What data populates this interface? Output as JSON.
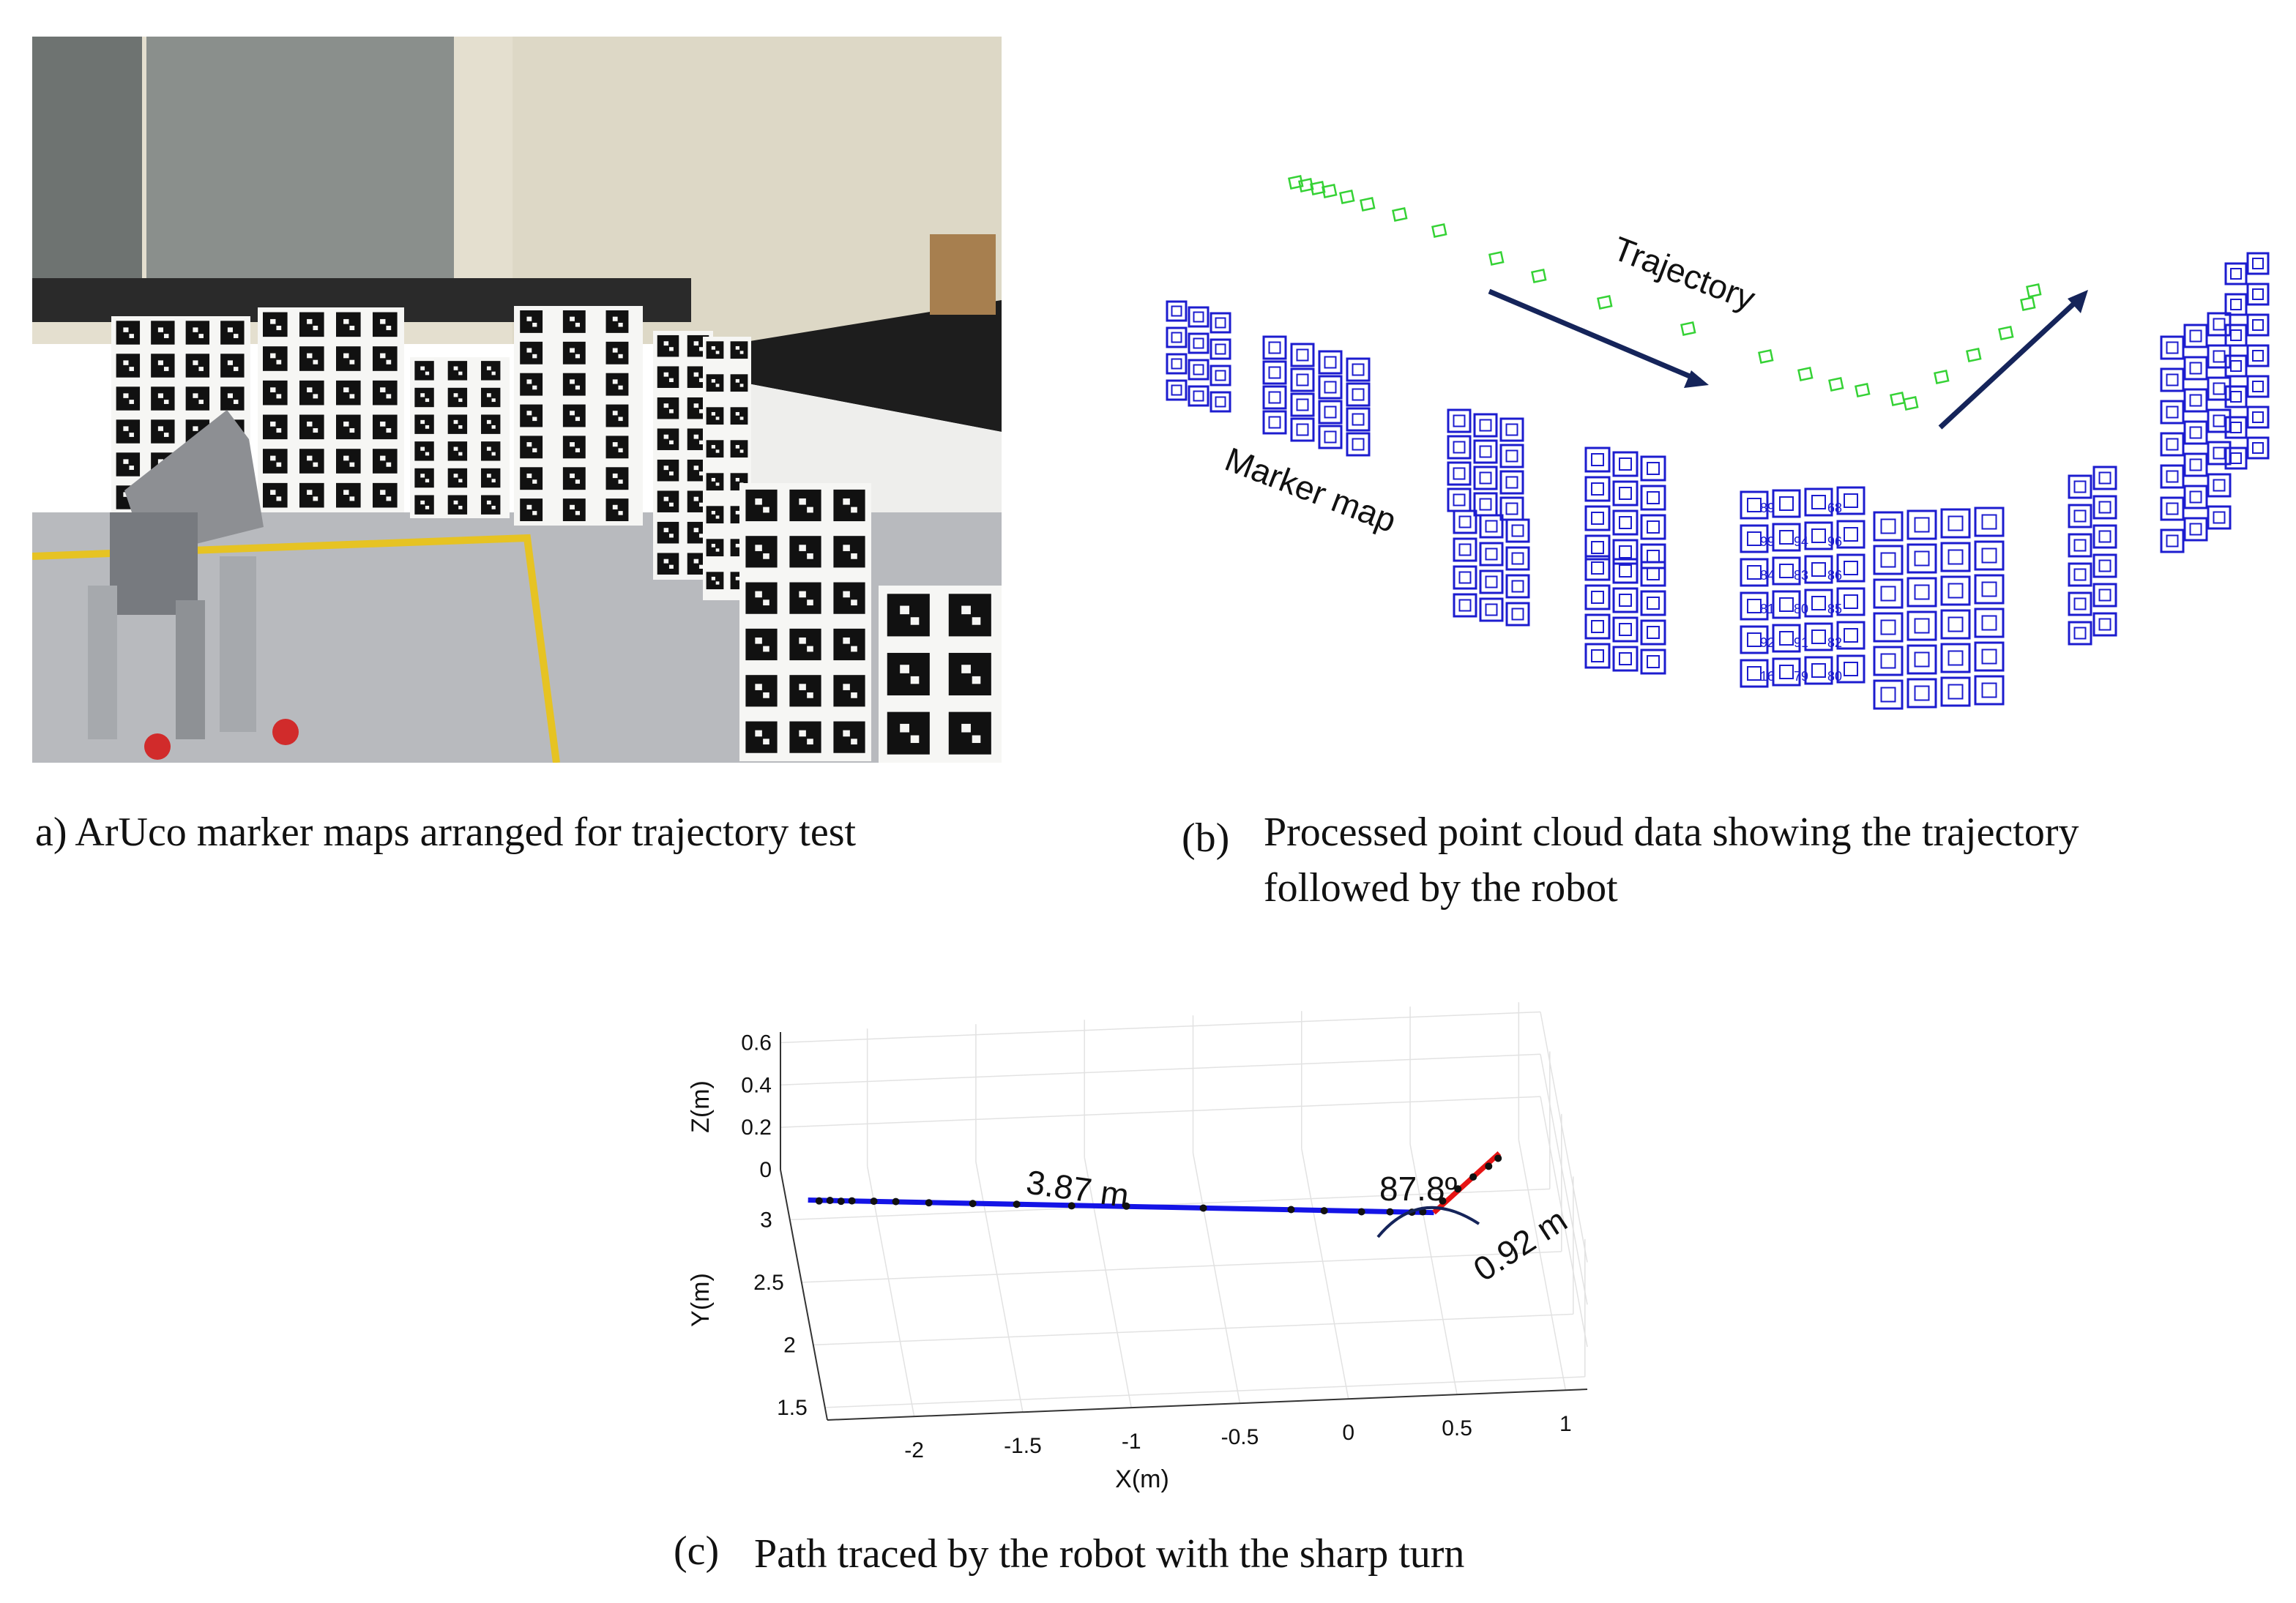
{
  "panels": {
    "a": {
      "caption": "a) ArUco marker maps arranged for trajectory test",
      "colors": {
        "floor": "#b9bbbf",
        "wall": "#e7e2d2",
        "tape": "#e6c323",
        "board": "#f6f6f4",
        "marker": "#111111",
        "robot": "#8d8f93"
      }
    },
    "b": {
      "label": "(b)",
      "caption_line1": "Processed point cloud data showing the trajectory",
      "caption_line2": "followed by the robot",
      "trajectory_label": "Trajectory",
      "marker_map_label": "Marker map",
      "colors": {
        "markers": "#1c1ccf",
        "trajectory": "#35d235",
        "arrow": "#15245a"
      },
      "marker_ids": [
        [
          "89",
          "68"
        ],
        [
          "99",
          "94",
          "96"
        ],
        [
          "84",
          "83",
          "86"
        ],
        [
          "81",
          "80",
          "85"
        ],
        [
          "92",
          "91",
          "82"
        ],
        [
          "16",
          "79",
          "80"
        ]
      ]
    },
    "c": {
      "label": "(c)",
      "caption": "Path traced by the robot with the sharp turn",
      "chart_data": {
        "type": "line",
        "dimension": "3d",
        "zlabel": "Z(m)",
        "ylabel": "Y(m)",
        "xlabel": "X(m)",
        "z_ticks": [
          "0",
          "0.2",
          "0.4",
          "0.6"
        ],
        "y_ticks": [
          "1.5",
          "2",
          "2.5",
          "3"
        ],
        "x_ticks": [
          "-2",
          "-1.5",
          "-1",
          "-0.5",
          "0",
          "0.5",
          "1"
        ],
        "grid": true,
        "annotations": {
          "segment1_length": "3.87 m",
          "segment2_length": "0.92 m",
          "turn_angle": "87.8º"
        },
        "series": [
          {
            "color": "#1414e6",
            "x": [
              -2.3,
              0.55
            ],
            "y": [
              3.15,
              2.85
            ],
            "z": [
              0,
              0
            ]
          },
          {
            "color": "#e61414",
            "x": [
              0.55,
              0.9
            ],
            "y": [
              2.85,
              3.3
            ],
            "z": [
              0,
              0
            ]
          }
        ],
        "points": {
          "color": "#111111",
          "x": [
            -2.25,
            -2.2,
            -2.15,
            -2.1,
            -2.0,
            -1.9,
            -1.75,
            -1.55,
            -1.35,
            -1.1,
            -0.85,
            -0.5,
            -0.1,
            0.05,
            0.22,
            0.35,
            0.45,
            0.5,
            0.6,
            0.68,
            0.76,
            0.84,
            0.89
          ],
          "y": [
            3.14,
            3.14,
            3.13,
            3.13,
            3.12,
            3.11,
            3.09,
            3.07,
            3.05,
            3.02,
            3.0,
            2.96,
            2.92,
            2.9,
            2.88,
            2.87,
            2.86,
            2.86,
            2.94,
            3.03,
            3.12,
            3.2,
            3.26
          ],
          "z": [
            0,
            0,
            0,
            0,
            0,
            0,
            0,
            0,
            0,
            0,
            0,
            0,
            0,
            0,
            0,
            0,
            0,
            0,
            0,
            0,
            0,
            0,
            0
          ]
        }
      }
    }
  }
}
